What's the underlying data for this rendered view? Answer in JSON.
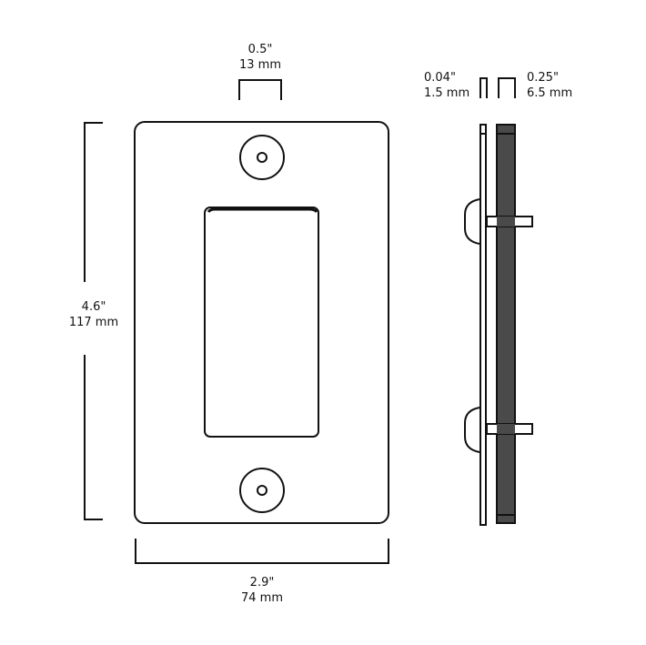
{
  "dimensions": {
    "screw_spacing": {
      "inch": "0.5\"",
      "mm": "13 mm"
    },
    "height": {
      "inch": "4.6\"",
      "mm": "117 mm"
    },
    "width": {
      "inch": "2.9\"",
      "mm": "74 mm"
    },
    "front_plate_thickness": {
      "inch": "0.04\"",
      "mm": "1.5 mm"
    },
    "back_plate_thickness": {
      "inch": "0.25\"",
      "mm": "6.5 mm"
    }
  },
  "colors": {
    "stroke": "#111111",
    "back_plate": "#4a4a4a"
  }
}
